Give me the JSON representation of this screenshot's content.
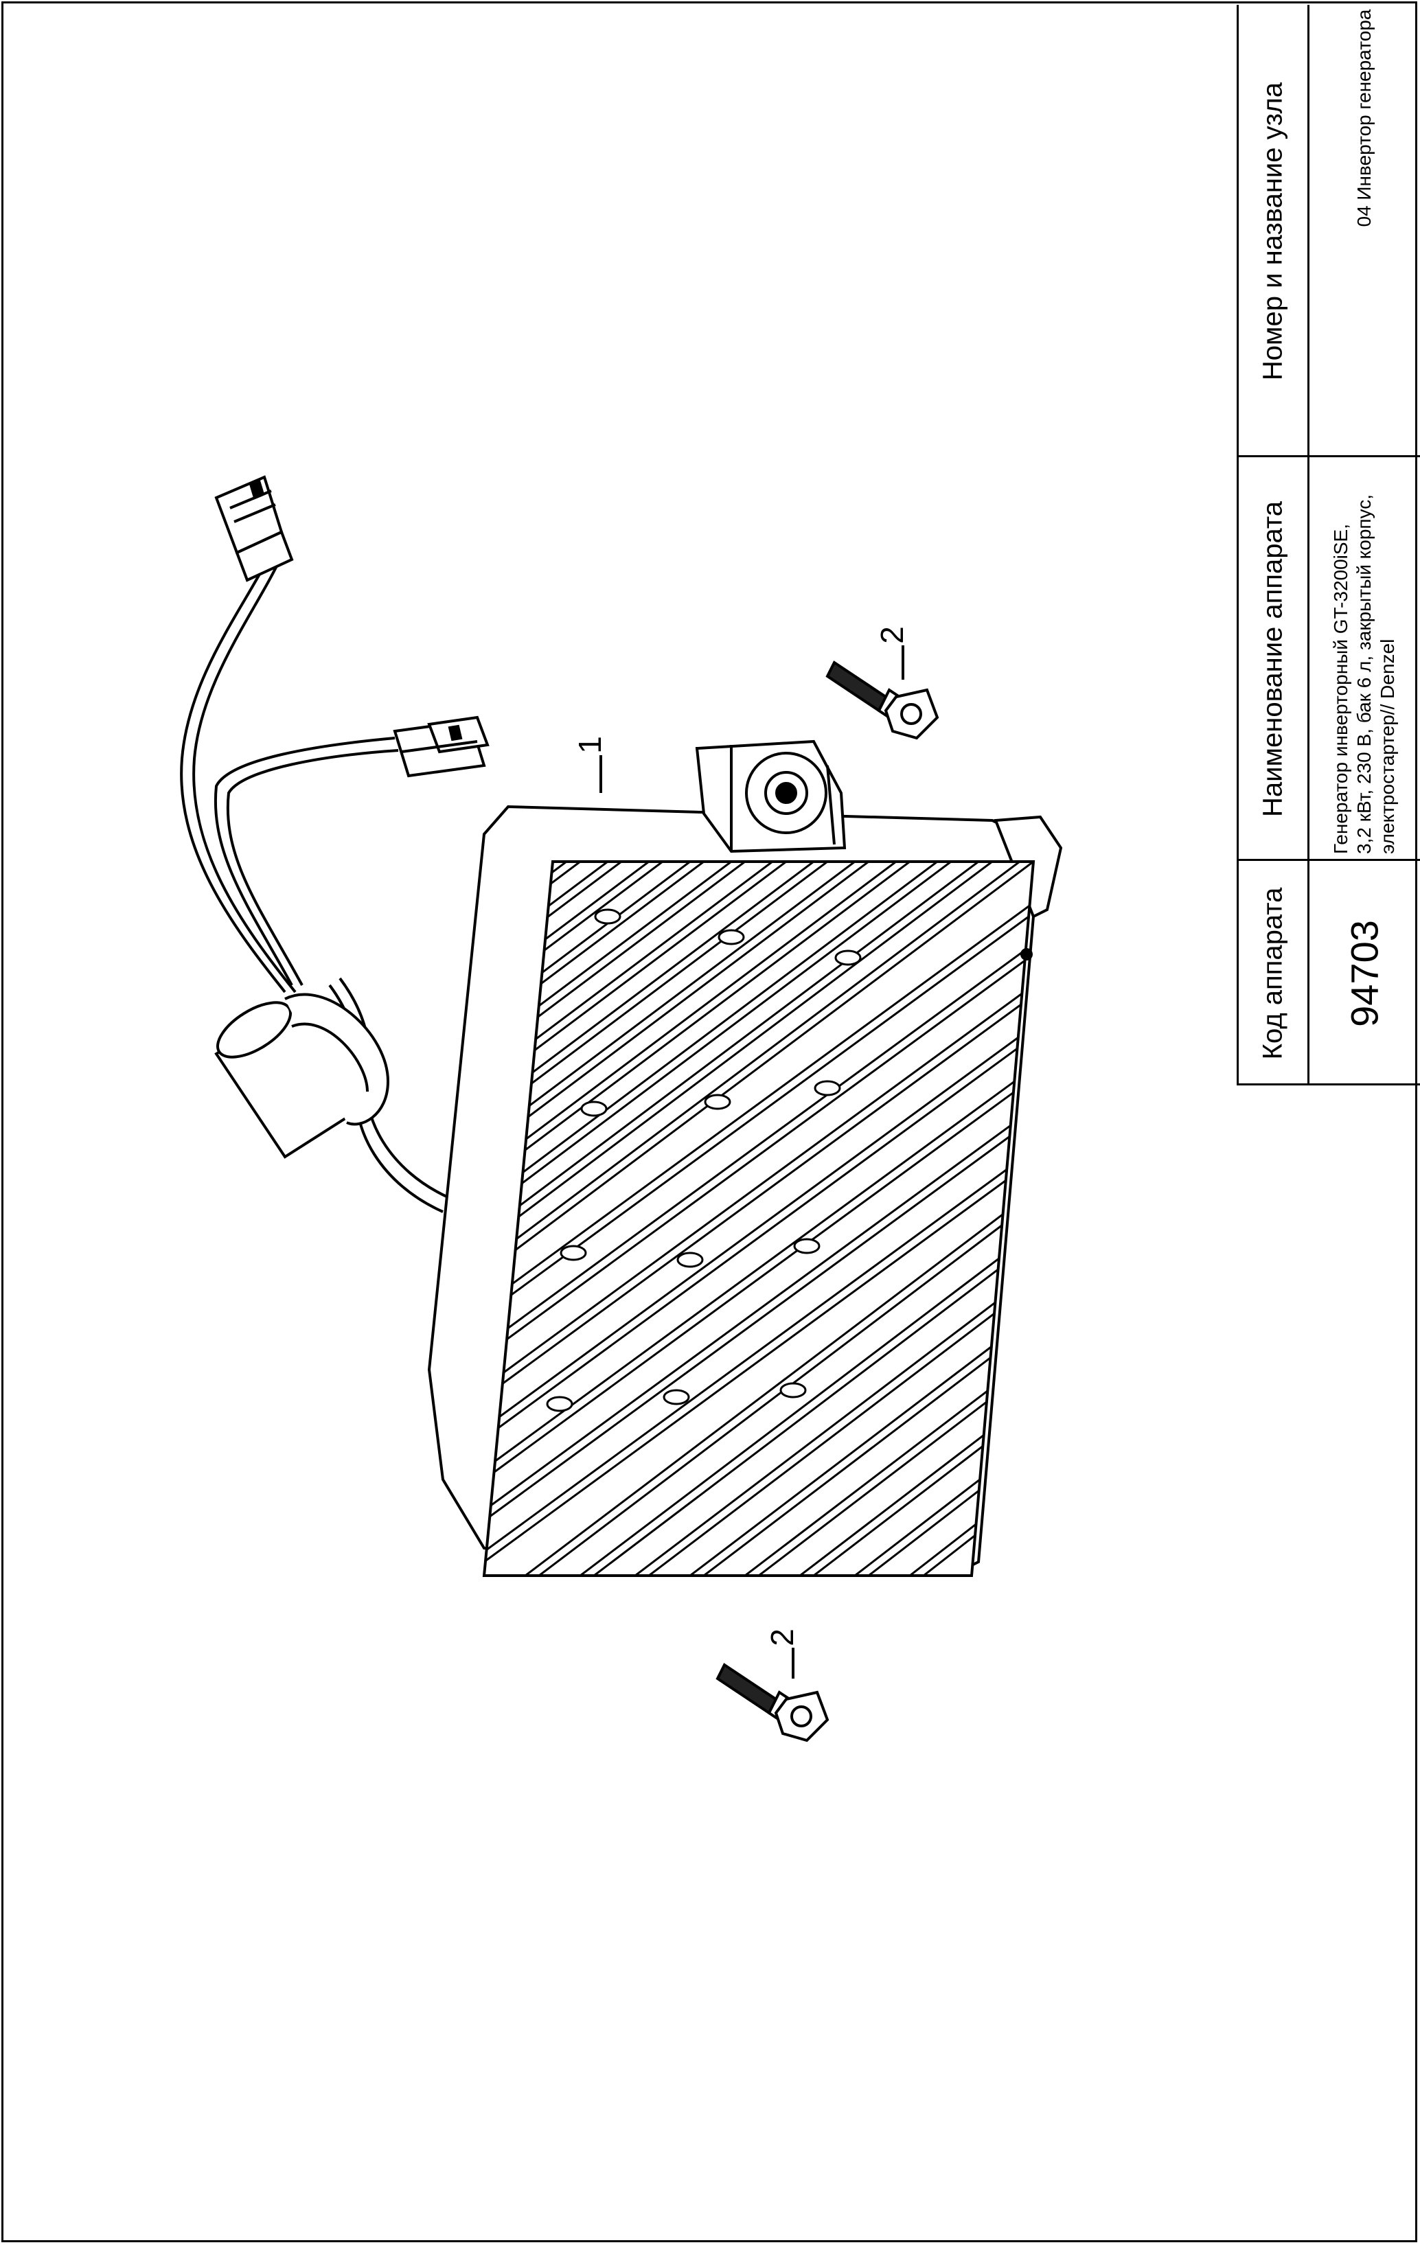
{
  "title_block": {
    "headers": {
      "code": "Код аппарата",
      "name": "Наименование аппарата",
      "node": "Номер и название узла"
    },
    "values": {
      "code": "94703",
      "name_lines": [
        "Генератор инверторный GT-3200iSE,",
        "3,2 кВт, 230 В, бак 6 л, закрытый корпус,",
        "электростартер// Denzel"
      ],
      "node": "04 Инвертор генератора"
    }
  },
  "callouts": {
    "inverter": "1",
    "bolt_top": "2",
    "bolt_bottom": "2"
  }
}
